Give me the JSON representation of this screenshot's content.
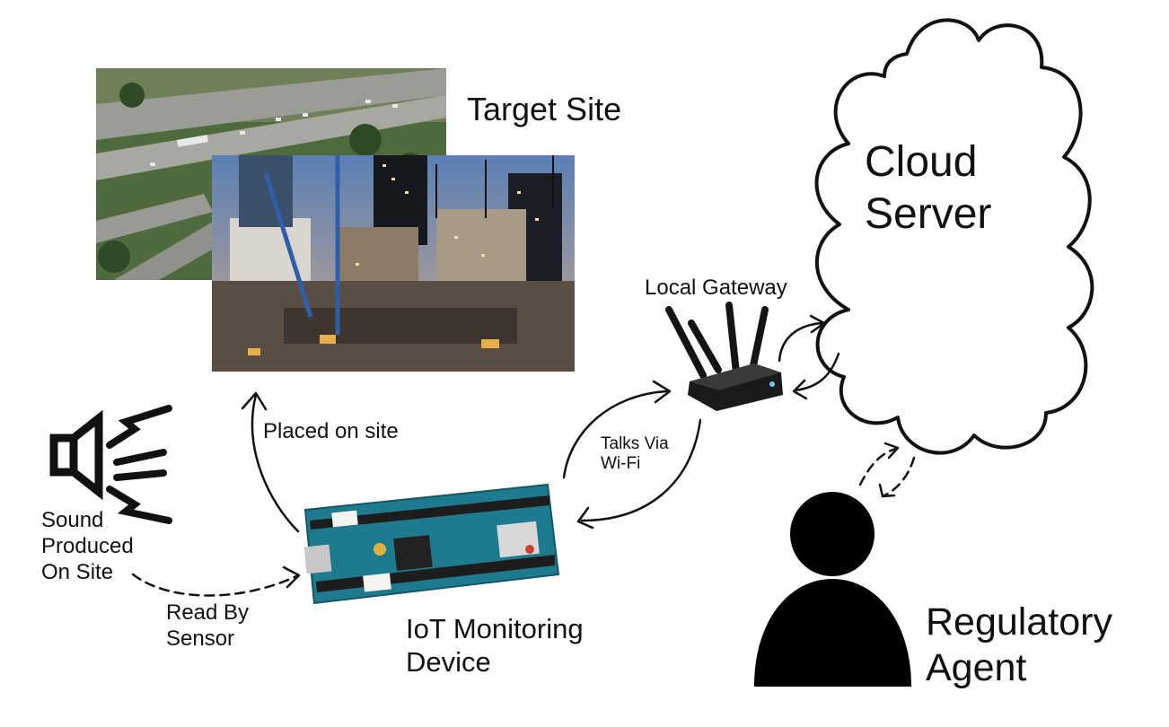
{
  "labels": {
    "target_site": "Target Site",
    "cloud_server": [
      "Cloud",
      "Server"
    ],
    "local_gateway": "Local Gateway",
    "placed_on_site": "Placed on site",
    "talks_via_wifi": [
      "Talks Via",
      "Wi-Fi"
    ],
    "sound_produced": [
      "Sound",
      "Produced",
      "On Site"
    ],
    "read_by_sensor": [
      "Read By",
      "Sensor"
    ],
    "iot_device": [
      "IoT Monitoring",
      "Device"
    ],
    "regulatory_agent": [
      "Regulatory",
      "Agent"
    ]
  },
  "icons": {
    "speaker": "speaker-sound-icon",
    "person": "person-icon",
    "gateway": "router-icon",
    "board": "arduino-board-icon"
  },
  "colors": {
    "board_teal": "#1e7b8f",
    "ink": "#111111"
  }
}
